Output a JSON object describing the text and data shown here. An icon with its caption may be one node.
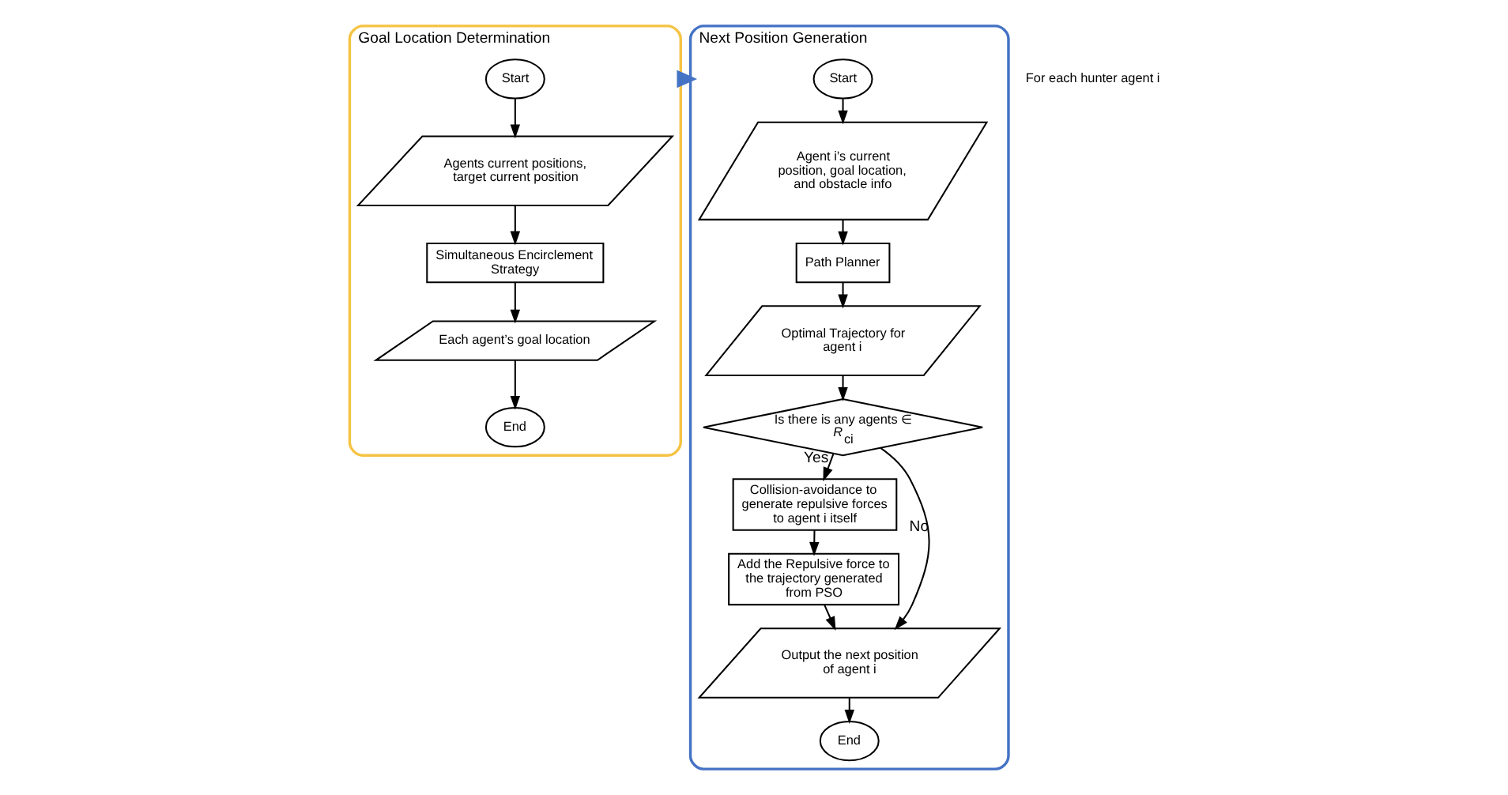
{
  "diagram": {
    "nodes": [
      {
        "text": [
          "Goal Location Determination"
        ]
      },
      {
        "text": [
          "Start"
        ],
        "in": 0
      },
      {
        "text": [
          "Agents current positions, target current position"
        ],
        "in": 0
      },
      {
        "text": [
          "Simultaneous Encirclement Strategy"
        ],
        "in": 0
      },
      {
        "text": [
          "Each agent’s goal location"
        ],
        "in": 0
      },
      {
        "text": [
          "End"
        ],
        "in": 0
      },
      {
        "text": [
          "Next Position Generation"
        ]
      },
      {
        "text": [
          "Start"
        ],
        "in": 6
      },
      {
        "text": [
          "Agent i’s current position, goal location, and obstacle info"
        ],
        "in": 6
      },
      {
        "text": [
          "Path Planner"
        ],
        "in": 6
      },
      {
        "text": [
          "Optimal Trajectory for agent i"
        ],
        "in": 6
      },
      {
        "text": [
          "Is there is any agents ∈ *R*$_{ci}$"
        ],
        "in": 6
      },
      {
        "text": [
          "Collision-avoidance to generate repulsive forces to agent i itself"
        ],
        "in": 6
      },
      {
        "text": [
          "Add the Repulsive force to the trajectory generated from PSO"
        ],
        "in": 6
      },
      {
        "text": [
          "Output the next position of agent i"
        ],
        "in": 6
      },
      {
        "text": [
          "End"
        ],
        "in": 6
      }
    ],
    "edges": [
      {
        "from": 1,
        "to": 2,
        "arrow": "to"
      },
      {
        "from": 2,
        "to": 3,
        "arrow": "to"
      },
      {
        "from": 3,
        "to": 4,
        "arrow": "to"
      },
      {
        "from": 4,
        "to": 5,
        "arrow": "to"
      },
      {
        "from": 0,
        "to": 6,
        "arrow": "to",
        "style": "thick",
        "color": "#4472c4"
      },
      {
        "from": 7,
        "to": 8,
        "arrow": "to"
      },
      {
        "from": 8,
        "to": 9,
        "arrow": "to"
      },
      {
        "from": 9,
        "to": 10,
        "arrow": "to"
      },
      {
        "from": 10,
        "to": 11,
        "arrow": "to"
      },
      {
        "from": 11,
        "to": 12,
        "arrow": "to",
        "label": "Yes"
      },
      {
        "from": 11,
        "to": 14,
        "arrow": "to",
        "label": "No"
      },
      {
        "from": 12,
        "to": 13,
        "arrow": "to"
      },
      {
        "from": 13,
        "to": 14,
        "arrow": "to"
      },
      {
        "from": 14,
        "to": 15,
        "arrow": "to"
      }
    ],
    "labels": [
      "For each hunter agent i"
    ]
  }
}
